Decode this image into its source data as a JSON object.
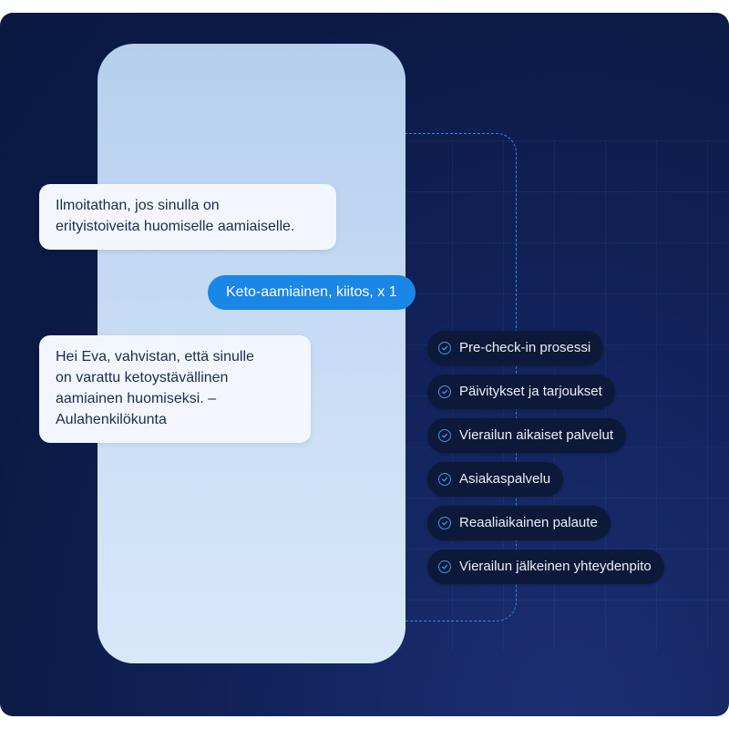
{
  "chat": {
    "assistant_message_1": "Ilmoitathan, jos sinulla on\nerityistoiveita huomiselle aamiaiselle.",
    "user_reply": "Keto-aamiainen, kiitos, x 1",
    "assistant_message_2": "Hei Eva, vahvistan, että sinulle\non varattu ketoystävällinen\naamiainen huomiseksi. –\nAulahenkilökunta"
  },
  "features": [
    {
      "label": "Pre-check-in prosessi",
      "icon": "check-circle-icon"
    },
    {
      "label": "Päivitykset ja tarjoukset",
      "icon": "check-circle-icon"
    },
    {
      "label": "Vierailun aikaiset palvelut",
      "icon": "check-circle-icon"
    },
    {
      "label": "Asiakaspalvelu",
      "icon": "check-circle-icon"
    },
    {
      "label": "Reaaliaikainen palaute",
      "icon": "check-circle-icon"
    },
    {
      "label": "Vierailun jälkeinen yhteydenpito",
      "icon": "check-circle-icon"
    }
  ],
  "colors": {
    "background": "#0b1a45",
    "accent": "#1a86e6",
    "pill": "#0d1938",
    "phone_top": "#b5cfee",
    "phone_bottom": "#d8e8fb"
  }
}
